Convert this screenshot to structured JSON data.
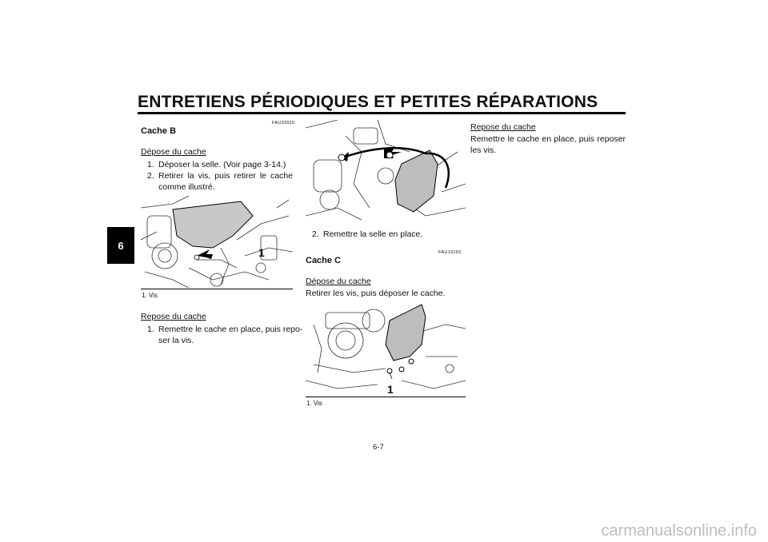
{
  "page": {
    "title": "ENTRETIENS PÉRIODIQUES ET PETITES RÉPARATIONS",
    "chapter_tab": "6",
    "page_number": "6-7",
    "watermark": "carmanualsonline.info"
  },
  "col1": {
    "code": "FAU33020",
    "heading": "Cache B",
    "removal_title": "Dépose du cache",
    "removal_steps": [
      {
        "num": "1.",
        "text": "Déposer la selle. (Voir page 3-14.)"
      },
      {
        "num": "2.",
        "text_line1": "Retirer la vis, puis retirer le cache",
        "text_line2": "comme illustré."
      }
    ],
    "figure_label": "1",
    "caption": "1.  Vis",
    "install_title": "Repose du cache",
    "install_steps": [
      {
        "num": "1.",
        "text_line1": "Remettre le cache en place, puis repo-",
        "text_line2": "ser la vis."
      }
    ]
  },
  "col2": {
    "step2": {
      "num": "2.",
      "text": "Remettre la selle en place."
    },
    "code": "FAU19193",
    "heading": "Cache C",
    "removal_title": "Dépose du cache",
    "removal_text": "Retirer les vis, puis déposer le cache.",
    "figure_label": "1",
    "caption": "1.  Vis"
  },
  "col3": {
    "install_title": "Repose du cache",
    "install_line1": "Remettre le cache en place, puis reposer",
    "install_line2": "les vis."
  }
}
